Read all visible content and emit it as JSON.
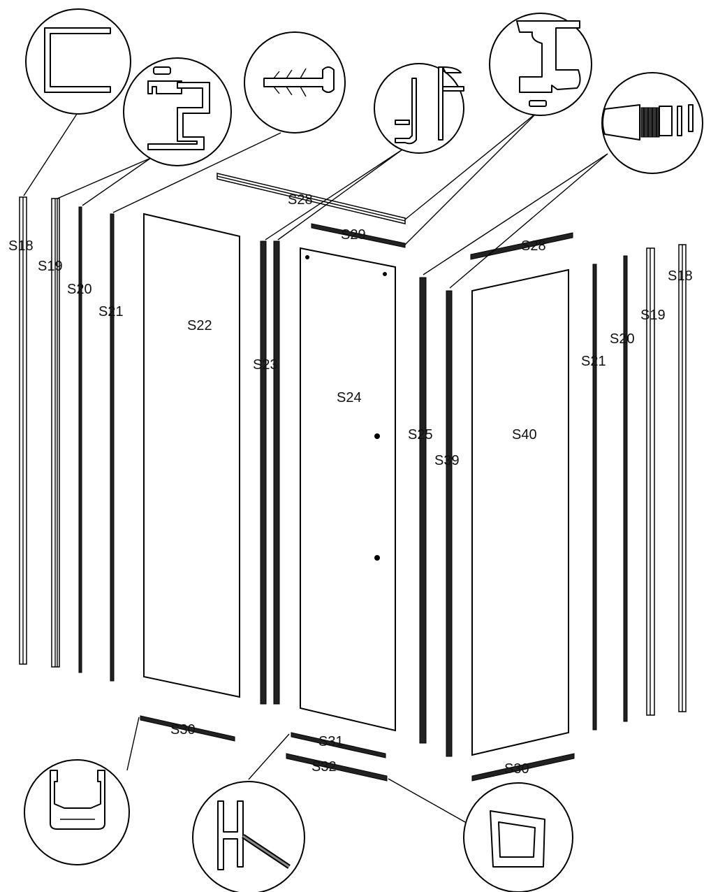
{
  "labels": {
    "s18_left": "S18",
    "s19_left": "S19",
    "s20_left": "S20",
    "s21_left": "S21",
    "s22": "S22",
    "s23": "S23",
    "s24": "S24",
    "s25": "S25",
    "s39": "S39",
    "s40": "S40",
    "s28_top": "S28",
    "s29": "S29",
    "s28_right": "S28",
    "s21_right": "S21",
    "s20_right": "S20",
    "s19_right": "S19",
    "s18_right": "S18",
    "s30_left": "S30",
    "s31": "S31",
    "s32": "S32",
    "s30_right": "S30"
  },
  "colors": {
    "line": "#000000",
    "background": "#ffffff"
  }
}
